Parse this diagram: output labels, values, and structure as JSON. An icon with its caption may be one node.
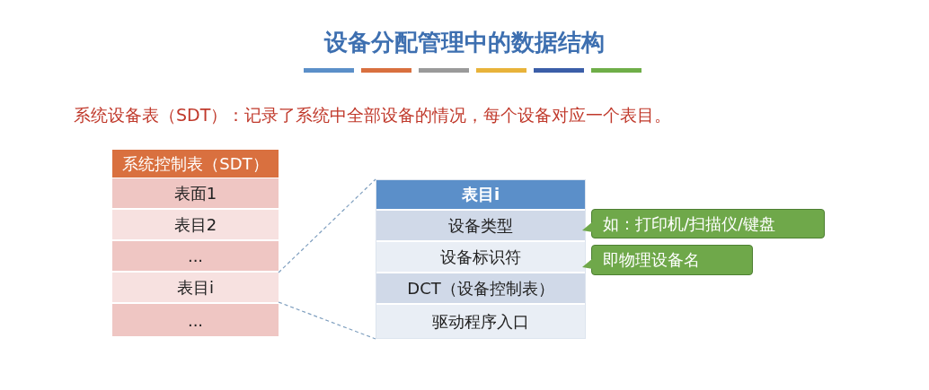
{
  "diagram": {
    "title": "设备分配管理中的数据结构",
    "nodes": [
      {
        "text": [
          "系统控制表（SDT）"
        ]
      },
      {
        "text": [
          "表面1"
        ]
      },
      {
        "text": [
          "表目2"
        ]
      },
      {
        "text": [
          "..."
        ]
      },
      {
        "text": [
          "表目i"
        ]
      },
      {
        "text": [
          "..."
        ]
      },
      {
        "text": [],
        "shape": "box"
      },
      {
        "text": [
          "表目i"
        ],
        "in": 6
      },
      {
        "text": [
          "设备类型"
        ],
        "in": 6
      },
      {
        "text": [
          "设备标识符"
        ],
        "in": 6
      },
      {
        "text": [
          "DCT（设备控制表）"
        ],
        "in": 6
      },
      {
        "text": [
          "驱动程序入口"
        ],
        "in": 6
      },
      {
        "text": [
          "如：打印机/扫描仪/键盘"
        ]
      },
      {
        "text": [
          "即物理设备名"
        ]
      }
    ],
    "edges": [
      {
        "from": 4,
        "to": 6,
        "arrow": "none",
        "style": "dashed"
      },
      {
        "from": 4,
        "to": 6,
        "arrow": "none",
        "style": "dashed"
      }
    ],
    "labels": [
      "系统设备表（SDT）：记录了系统中全部设备的情况，每个设备对应一个表目。"
    ]
  }
}
